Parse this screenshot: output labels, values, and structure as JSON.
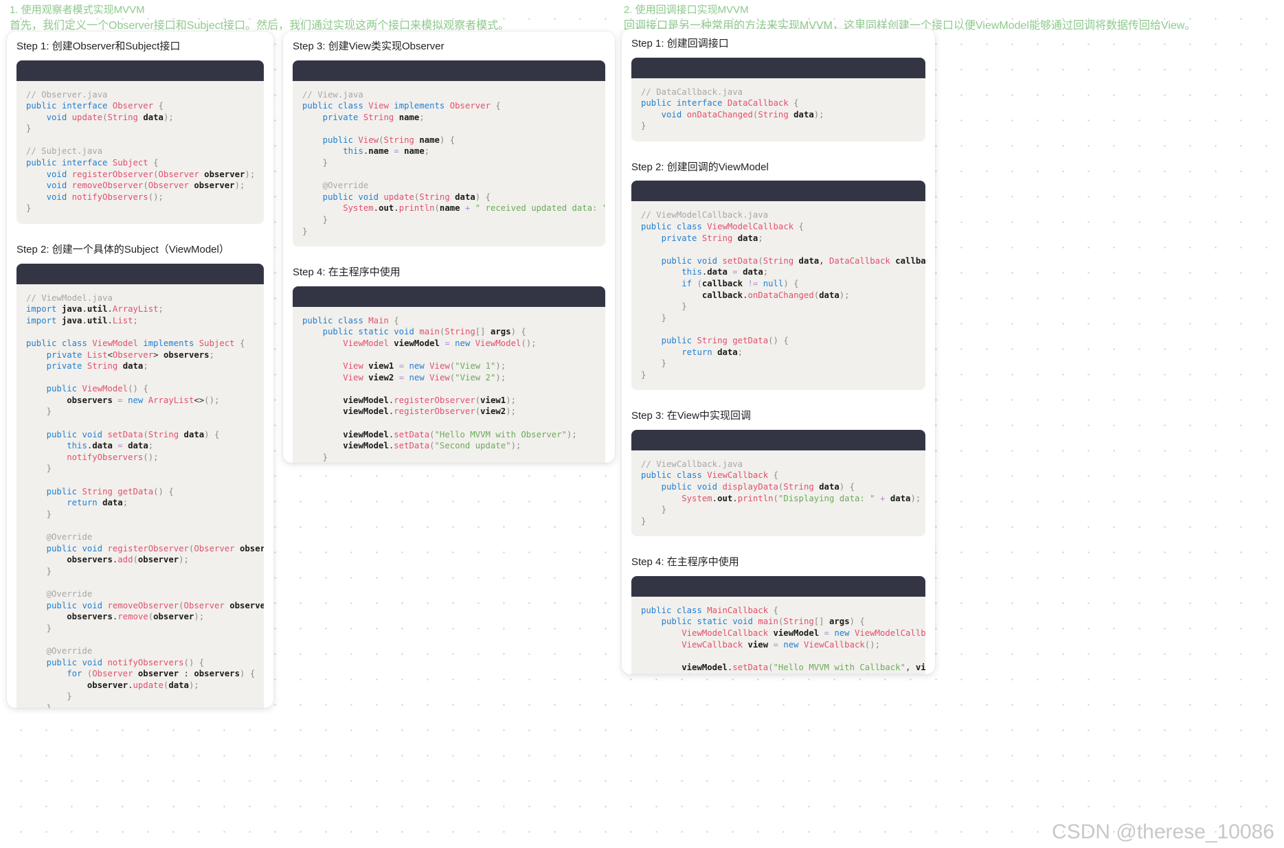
{
  "intro": {
    "left": {
      "title": "1. 使用观察者模式实现MVVM",
      "desc": "首先，我们定义一个Observer接口和Subject接口。然后，我们通过实现这两个接口来模拟观察者模式。"
    },
    "right": {
      "title": "2. 使用回调接口实现MVVM",
      "desc": "回调接口是另一种常用的方法来实现MVVM，这里同样创建一个接口以便ViewModel能够通过回调将数据传回给View。"
    }
  },
  "colors": {
    "heading_green": "#8dc98d",
    "code_bar": "#343544",
    "code_bg": "#f2f0ec",
    "keyword_blue": "#1f7fd4",
    "type_rose": "#e0506e",
    "comment_gray": "#a7a7a7",
    "string_green": "#6aab5a",
    "page_bg": "#ffffff"
  },
  "steps": {
    "col1_step1": "Step 1: 创建Observer和Subject接口",
    "col1_step2": "Step 2: 创建一个具体的Subject（ViewModel）",
    "col2_step3": "Step 3: 创建View类实现Observer",
    "col2_step4": "Step 4: 在主程序中使用",
    "col3_step1": "Step 1: 创建回调接口",
    "col3_step2": "Step 2: 创建回调的ViewModel",
    "col3_step3": "Step 3: 在View中实现回调",
    "col3_step4": "Step 4: 在主程序中使用"
  },
  "code": {
    "observer_subject": "// Observer.java\npublic interface Observer {\n    void update(String data);\n}\n\n// Subject.java\npublic interface Subject {\n    void registerObserver(Observer observer);\n    void removeObserver(Observer observer);\n    void notifyObservers();\n}",
    "viewmodel": "// ViewModel.java\nimport java.util.ArrayList;\nimport java.util.List;\n\npublic class ViewModel implements Subject {\n    private List<Observer> observers;\n    private String data;\n\n    public ViewModel() {\n        observers = new ArrayList<>();\n    }\n\n    public void setData(String data) {\n        this.data = data;\n        notifyObservers();\n    }\n\n    public String getData() {\n        return data;\n    }\n\n    @Override\n    public void registerObserver(Observer observer) {\n        observers.add(observer);\n    }\n\n    @Override\n    public void removeObserver(Observer observer) {\n        observers.remove(observer);\n    }\n\n    @Override\n    public void notifyObservers() {\n        for (Observer observer : observers) {\n            observer.update(data);\n        }\n    }\n}",
    "view": "// View.java\npublic class View implements Observer {\n    private String name;\n\n    public View(String name) {\n        this.name = name;\n    }\n\n    @Override\n    public void update(String data) {\n        System.out.println(name + \" received updated data: \" + data);\n    }\n}",
    "main": "public class Main {\n    public static void main(String[] args) {\n        ViewModel viewModel = new ViewModel();\n\n        View view1 = new View(\"View 1\");\n        View view2 = new View(\"View 2\");\n\n        viewModel.registerObserver(view1);\n        viewModel.registerObserver(view2);\n\n        viewModel.setData(\"Hello MVVM with Observer\");\n        viewModel.setData(\"Second update\");\n    }\n}",
    "datacallback": "// DataCallback.java\npublic interface DataCallback {\n    void onDataChanged(String data);\n}",
    "viewmodelcallback": "// ViewModelCallback.java\npublic class ViewModelCallback {\n    private String data;\n\n    public void setData(String data, DataCallback callback) {\n        this.data = data;\n        if (callback != null) {\n            callback.onDataChanged(data);\n        }\n    }\n\n    public String getData() {\n        return data;\n    }\n}",
    "viewcallback": "// ViewCallback.java\npublic class ViewCallback {\n    public void displayData(String data) {\n        System.out.println(\"Displaying data: \" + data);\n    }\n}",
    "maincallback": "public class MainCallback {\n    public static void main(String[] args) {\n        ViewModelCallback viewModel = new ViewModelCallback();\n        ViewCallback view = new ViewCallback();\n\n        viewModel.setData(\"Hello MVVM with Callback\", view::displayData);\n        viewModel.setData(\"Second update\", view::displayData);\n    }\n}"
  },
  "credit": "CSDN @therese_10086"
}
